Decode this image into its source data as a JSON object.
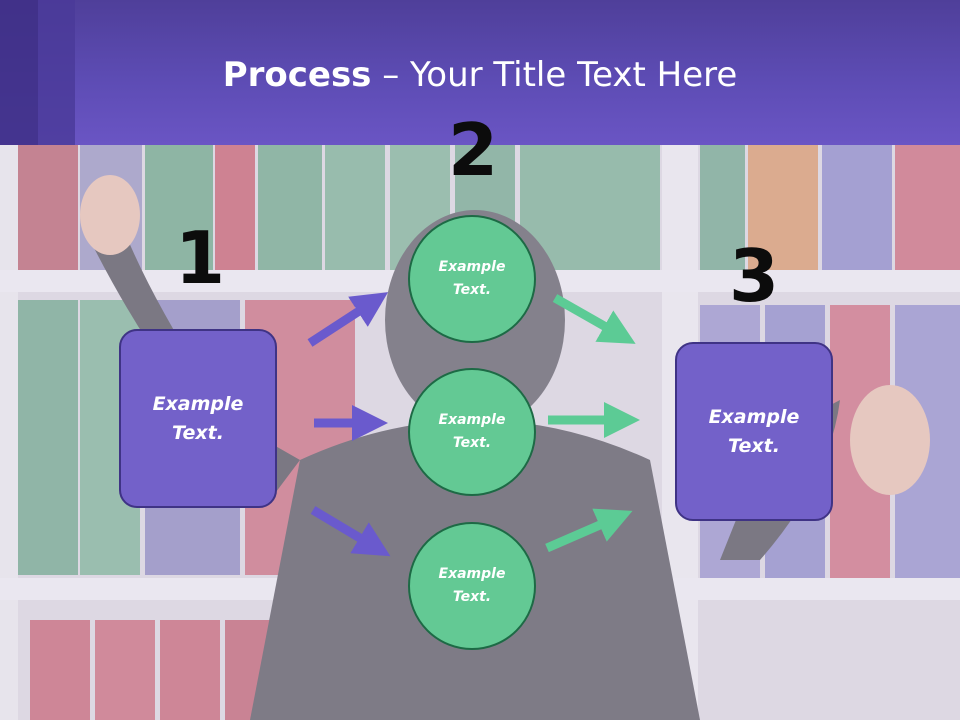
{
  "title": {
    "bold": "Process",
    "rest": " – Your Title Text Here"
  },
  "steps": {
    "one": "1",
    "two": "2",
    "three": "3"
  },
  "boxes": {
    "left": {
      "line1": "Example",
      "line2": "Text."
    },
    "right": {
      "line1": "Example",
      "line2": "Text."
    }
  },
  "circles": {
    "top": {
      "line1": "Example",
      "line2": "Text."
    },
    "mid": {
      "line1": "Example",
      "line2": "Text."
    },
    "bot": {
      "line1": "Example",
      "line2": "Text."
    }
  },
  "colors": {
    "header": "#5d4cb4",
    "box_fill": "#7361c9",
    "box_border": "#3f3385",
    "circle_fill": "#63c994",
    "circle_border": "#1d6a45",
    "arrow_left": "#6a5acd",
    "arrow_right": "#5ccb95"
  }
}
